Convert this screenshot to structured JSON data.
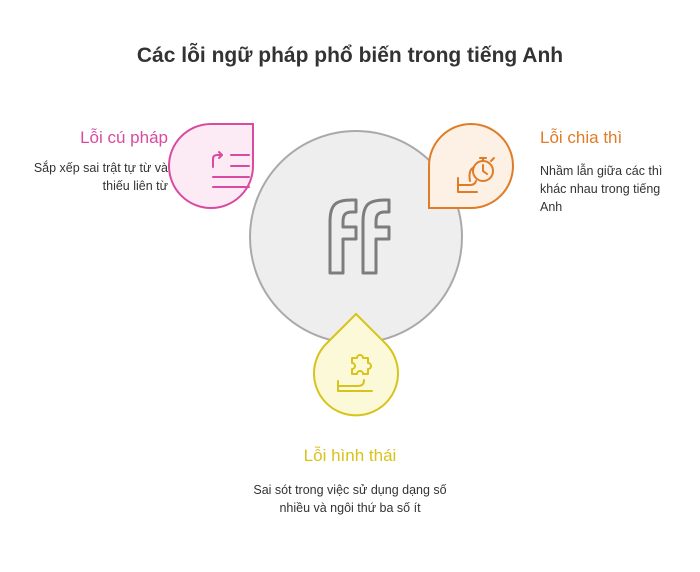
{
  "title": "Các lỗi ngữ pháp phổ biến trong tiếng Anh",
  "center_icon": "ff-logo-icon",
  "items": [
    {
      "heading": "Lỗi cú pháp",
      "description": "Sắp xếp sai trật tự từ và thiếu liên từ",
      "icon": "indented-list-icon",
      "color": "#d94aa0",
      "fill": "#fcebf5"
    },
    {
      "heading": "Lỗi chia thì",
      "description": "Nhầm lẫn giữa các thì khác nhau trong tiếng Anh",
      "icon": "hand-stopwatch-icon",
      "color": "#e07b26",
      "fill": "#fdf0e4"
    },
    {
      "heading": "Lỗi hình thái",
      "description": "Sai sót trong việc sử dụng dạng số nhiều và ngôi thứ ba số ít",
      "icon": "hand-puzzle-icon",
      "color": "#d8c31a",
      "fill": "#fcf9d9"
    }
  ]
}
